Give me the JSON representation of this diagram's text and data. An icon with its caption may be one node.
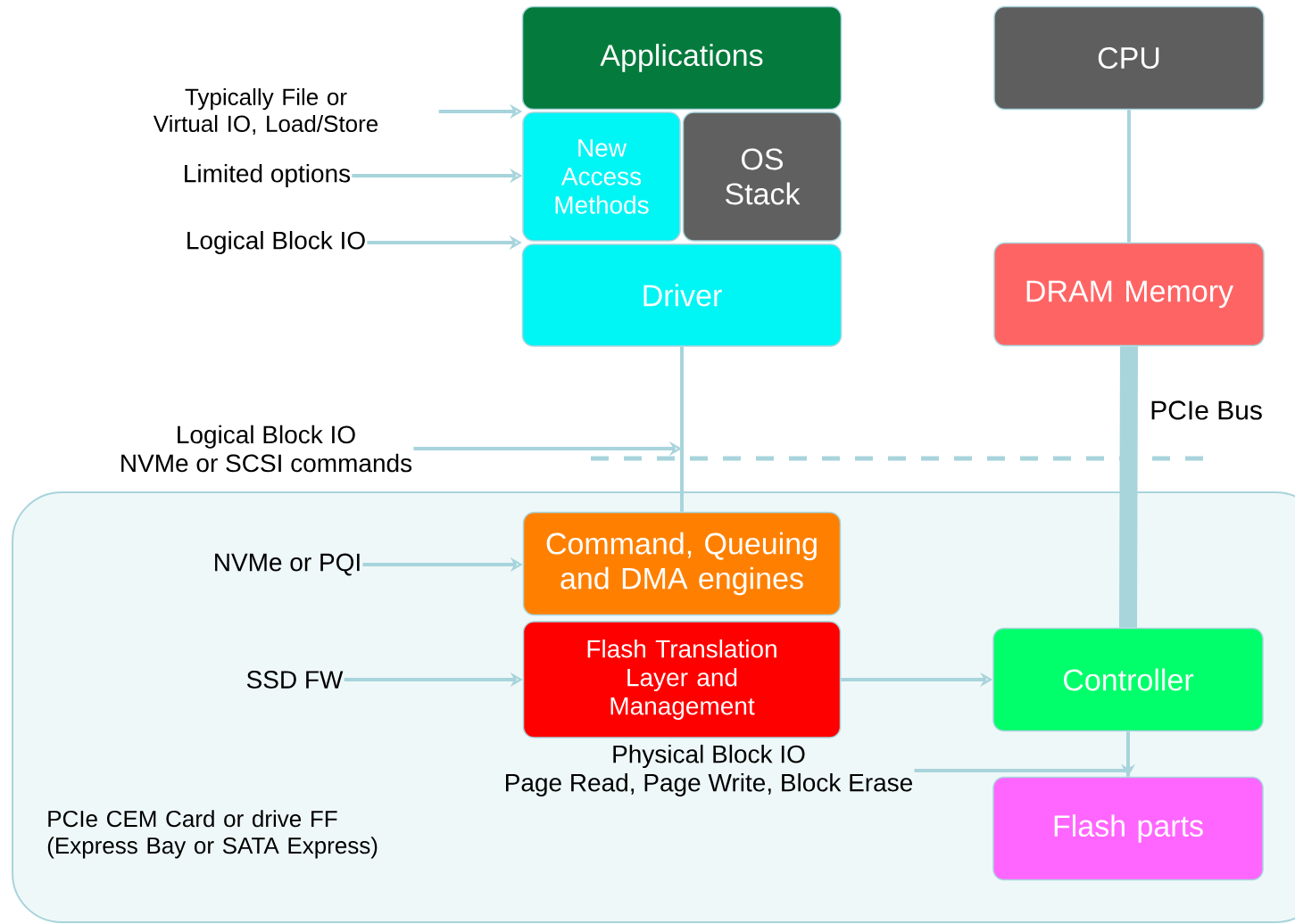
{
  "diagram": {
    "nodes": [
      {
        "text": [
          "Applications"
        ]
      },
      {
        "text": [
          "New Access Methods"
        ]
      },
      {
        "text": [
          "OS Stack"
        ]
      },
      {
        "text": [
          "Driver"
        ]
      },
      {
        "text": [
          "CPU"
        ]
      },
      {
        "text": [
          "DRAM Memory"
        ]
      },
      {
        "text": [
          "PCIe CEM Card or drive FF (Express Bay or SATA Express)"
        ]
      },
      {
        "text": [
          "Command, Queuing and DMA engines"
        ],
        "in": 6
      },
      {
        "text": [
          "Flash Translation Layer and Management"
        ],
        "in": 6
      },
      {
        "text": [
          "Controller"
        ],
        "in": 6
      },
      {
        "text": [
          "Flash parts"
        ],
        "in": 6
      },
      {
        "text": [
          "Typically File or Virtual IO, Load/Store"
        ]
      },
      {
        "text": [
          "Limited options"
        ]
      },
      {
        "text": [
          "Logical Block IO"
        ]
      },
      {
        "text": [
          "Logical Block IO",
          "NVMe or SCSI commands"
        ]
      },
      {
        "text": [
          "NVMe or PQI"
        ],
        "in": 6
      },
      {
        "text": [
          "SSD FW"
        ],
        "in": 6
      },
      {
        "text": [
          "Physical Block IO",
          "Page Read, Page Write, Block Erase"
        ],
        "in": 6
      }
    ],
    "edges": [
      {
        "from": 4,
        "to": 5,
        "arrow": "none"
      },
      {
        "from": 3,
        "to": 7,
        "arrow": "none"
      },
      {
        "from": 5,
        "to": 9,
        "arrow": "none",
        "style": "thick"
      },
      {
        "from": 8,
        "to": 9,
        "arrow": "to"
      },
      {
        "from": 9,
        "to": 10,
        "arrow": "none"
      },
      {
        "from": 11,
        "to": 1,
        "arrow": "to"
      },
      {
        "from": 12,
        "to": 1,
        "arrow": "to"
      },
      {
        "from": 13,
        "to": 3,
        "arrow": "to"
      },
      {
        "from": 14,
        "to": null,
        "arrow": "to"
      },
      {
        "from": 15,
        "to": 7,
        "arrow": "to"
      },
      {
        "from": 16,
        "to": 8,
        "arrow": "to"
      },
      {
        "from": 17,
        "to": 10,
        "arrow": "to"
      }
    ],
    "labels": [
      "PCIe Bus"
    ]
  }
}
